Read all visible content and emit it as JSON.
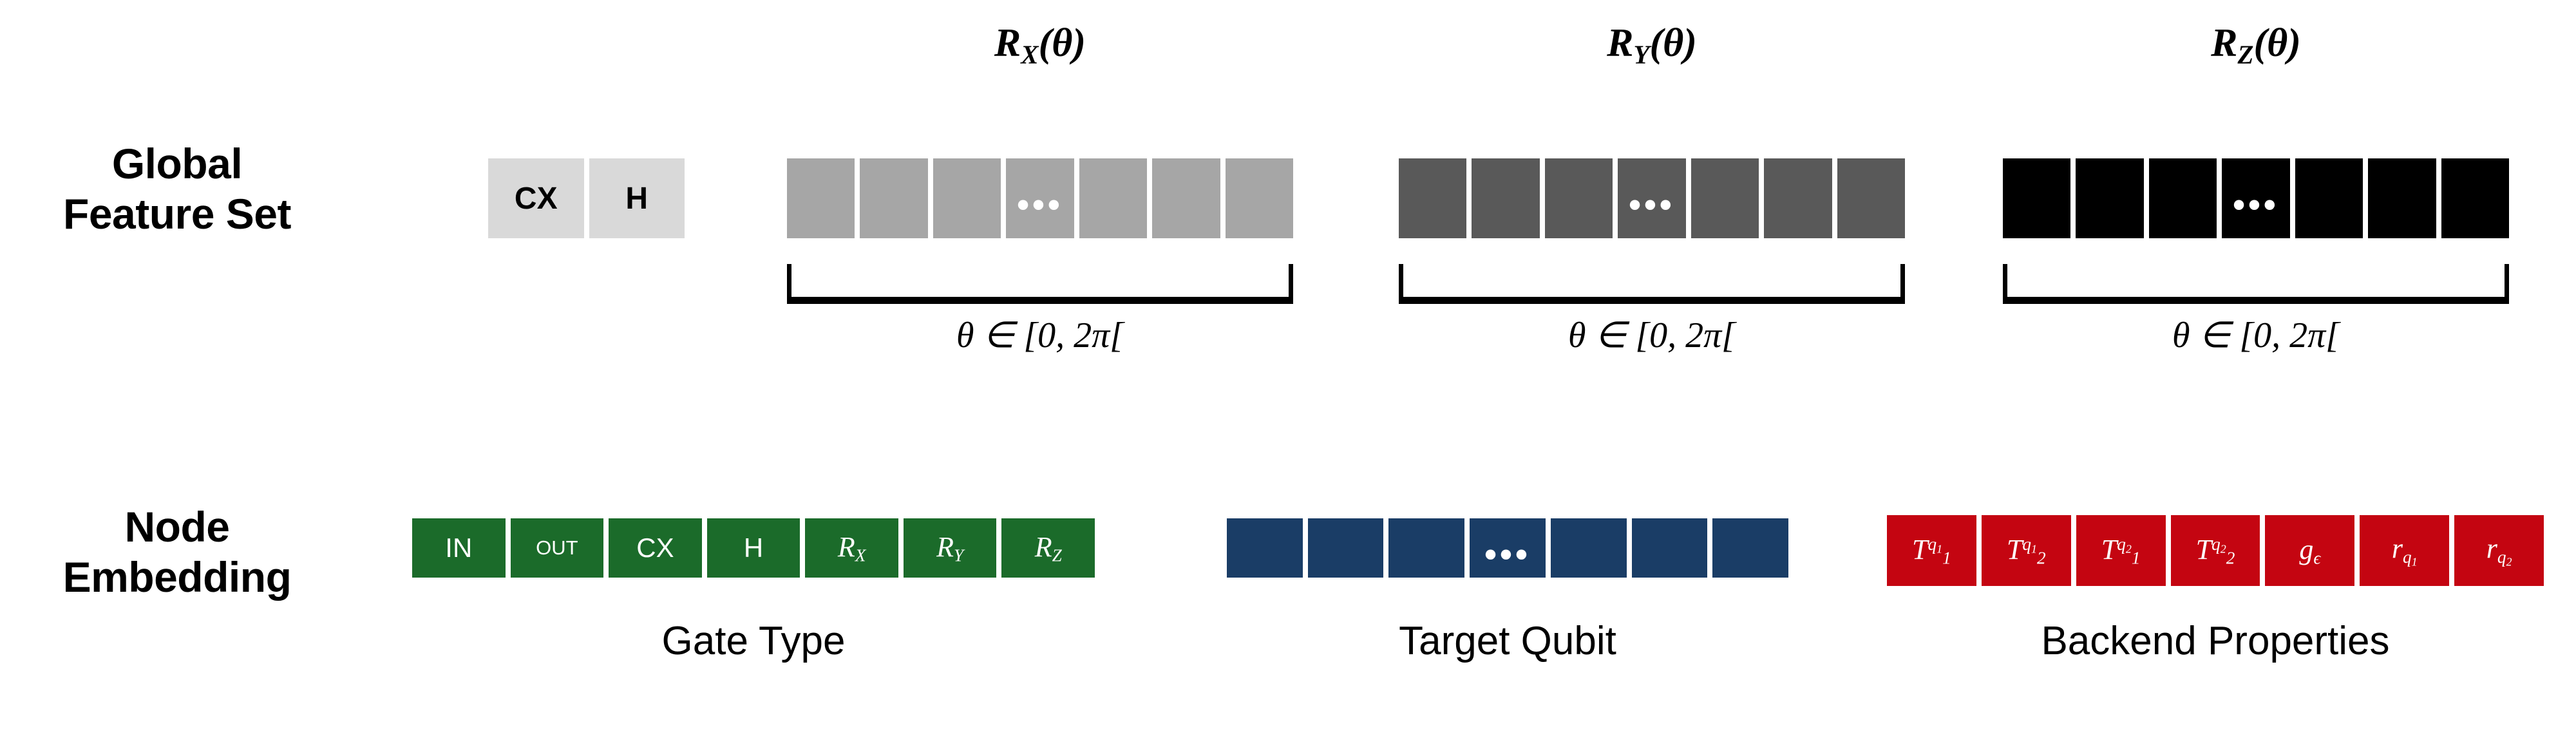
{
  "colors": {
    "background": "#ffffff",
    "light_gray_box": "#D9D9D9",
    "gray_rx": "#A6A6A6",
    "gray_ry": "#595959",
    "black_rz": "#000000",
    "green_gate_type": "#1B6B2A",
    "blue_target_qubit": "#1A3D66",
    "red_backend": "#C40511",
    "text_dark": "#000000",
    "text_light": "#ffffff"
  },
  "rows": {
    "global": {
      "label_line1": "Global",
      "label_line2": "Feature Set",
      "discrete_gates": [
        {
          "label": "CX"
        },
        {
          "label": "H"
        }
      ],
      "rotation_groups": [
        {
          "name": "rx",
          "title_base": "R",
          "title_sub": "X",
          "title_arg": "(θ)",
          "cell_count": 7,
          "ellipsis_index": 3,
          "ellipsis": "•••",
          "theta_caption": "θ ∈ [0, 2π["
        },
        {
          "name": "ry",
          "title_base": "R",
          "title_sub": "Y",
          "title_arg": "(θ)",
          "cell_count": 7,
          "ellipsis_index": 3,
          "ellipsis": "•••",
          "theta_caption": "θ ∈ [0, 2π["
        },
        {
          "name": "rz",
          "title_base": "R",
          "title_sub": "Z",
          "title_arg": "(θ)",
          "cell_count": 7,
          "ellipsis_index": 3,
          "ellipsis": "•••",
          "theta_caption": "θ ∈ [0, 2π["
        }
      ]
    },
    "node": {
      "label_line1": "Node",
      "label_line2": "Embedding",
      "sections": [
        {
          "name": "gate-type",
          "caption": "Gate Type",
          "cells": [
            {
              "text": "IN",
              "style": "plain"
            },
            {
              "text": "OUT",
              "style": "small"
            },
            {
              "text": "CX",
              "style": "plain"
            },
            {
              "text": "H",
              "style": "plain"
            },
            {
              "base": "R",
              "sub": "X",
              "style": "math"
            },
            {
              "base": "R",
              "sub": "Y",
              "style": "math"
            },
            {
              "base": "R",
              "sub": "Z",
              "style": "math"
            }
          ]
        },
        {
          "name": "target-qubit",
          "caption": "Target Qubit",
          "cell_count": 7,
          "ellipsis_index": 3,
          "ellipsis": "•••"
        },
        {
          "name": "backend-properties",
          "caption": "Backend Properties",
          "cells": [
            {
              "base": "T",
              "sub": "1",
              "sup": "q",
              "supsub": "1"
            },
            {
              "base": "T",
              "sub": "2",
              "sup": "q",
              "supsub": "1"
            },
            {
              "base": "T",
              "sub": "1",
              "sup": "q",
              "supsub": "2"
            },
            {
              "base": "T",
              "sub": "2",
              "sup": "q",
              "supsub": "2"
            },
            {
              "base": "g",
              "sub": "ϵ"
            },
            {
              "base": "r",
              "sub": "q",
              "subsub": "1"
            },
            {
              "base": "r",
              "sub": "q",
              "subsub": "2"
            }
          ]
        }
      ]
    }
  }
}
